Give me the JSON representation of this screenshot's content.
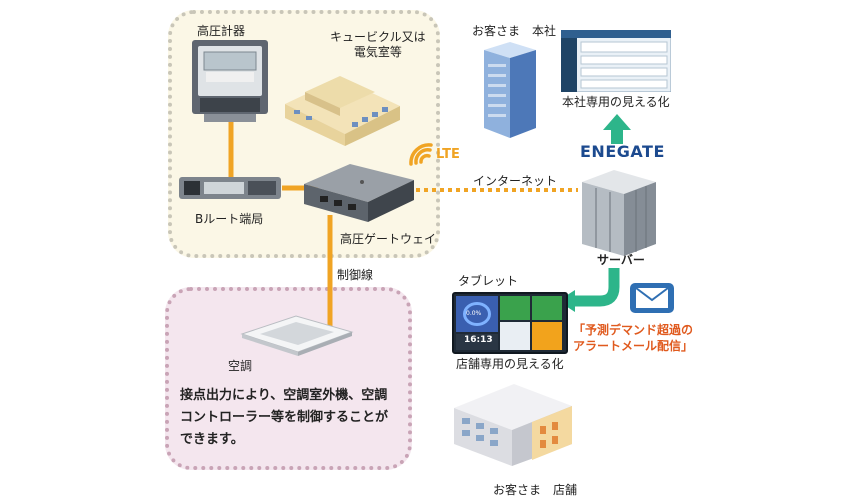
{
  "site": {
    "meter_label": "高圧計器",
    "cubicle_label_line1": "キュービクル又は",
    "cubicle_label_line2": "電気室等",
    "broute_label": "Bルート端局",
    "gateway_label": "高圧ゲートウェイ",
    "lte_label": "LTE"
  },
  "network": {
    "internet_label": "インターネット",
    "control_line_label": "制御線"
  },
  "hq": {
    "customer_label": "お客さま　本社",
    "visualization_label": "本社専用の見える化"
  },
  "server": {
    "brand": "ENEGATE",
    "label": "サーバー"
  },
  "tablet": {
    "label": "タブレット",
    "visualization_label": "店舗専用の見える化",
    "screen_time": "16:13",
    "screen_percent": "0.0%"
  },
  "alert": {
    "line1": "「予測デマンド超過の",
    "line2": "アラートメール配信」"
  },
  "aircon": {
    "label": "空調",
    "desc_line1": "接点出力により、空調室外機、空調",
    "desc_line2": "コントローラー等を制御することが",
    "desc_line3": "できます。"
  },
  "store": {
    "customer_label": "お客さま　店舗"
  },
  "colors": {
    "line_orange": "#f0a424",
    "arrow_green": "#2db58a",
    "enegate_blue": "#1c4a8f",
    "alert_orange": "#e05a1e"
  }
}
